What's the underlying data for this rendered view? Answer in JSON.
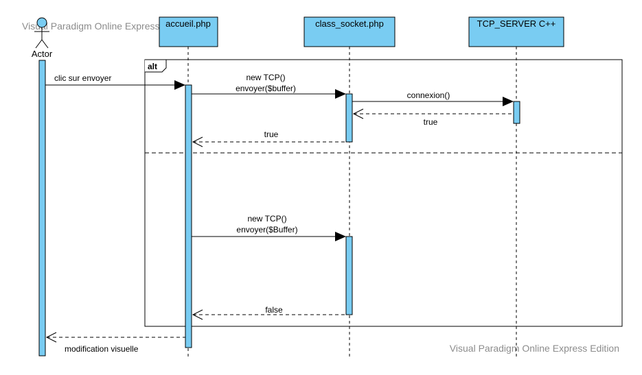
{
  "watermark": "Visual Paradigm Online Express Edition",
  "colors": {
    "lifeline_fill": "#79ccf2",
    "line": "#000000",
    "watermark": "#8c8c8c"
  },
  "actor": {
    "label": "Actor",
    "icon": "stick-figure-icon"
  },
  "lifelines": [
    {
      "id": "accueil",
      "label": "accueil.php"
    },
    {
      "id": "socket",
      "label": "class_socket.php"
    },
    {
      "id": "server",
      "label": "TCP_SERVER C++"
    }
  ],
  "fragment": {
    "label": "alt"
  },
  "messages": {
    "clic": "clic sur envoyer",
    "newtcp1_line1": "new TCP()",
    "newtcp1_line2": "envoyer($buffer)",
    "connexion": "connexion()",
    "true1": "true",
    "true2": "true",
    "newtcp2_line1": "new TCP()",
    "newtcp2_line2": "envoyer($Buffer)",
    "false": "false",
    "modif": "modification visuelle"
  }
}
